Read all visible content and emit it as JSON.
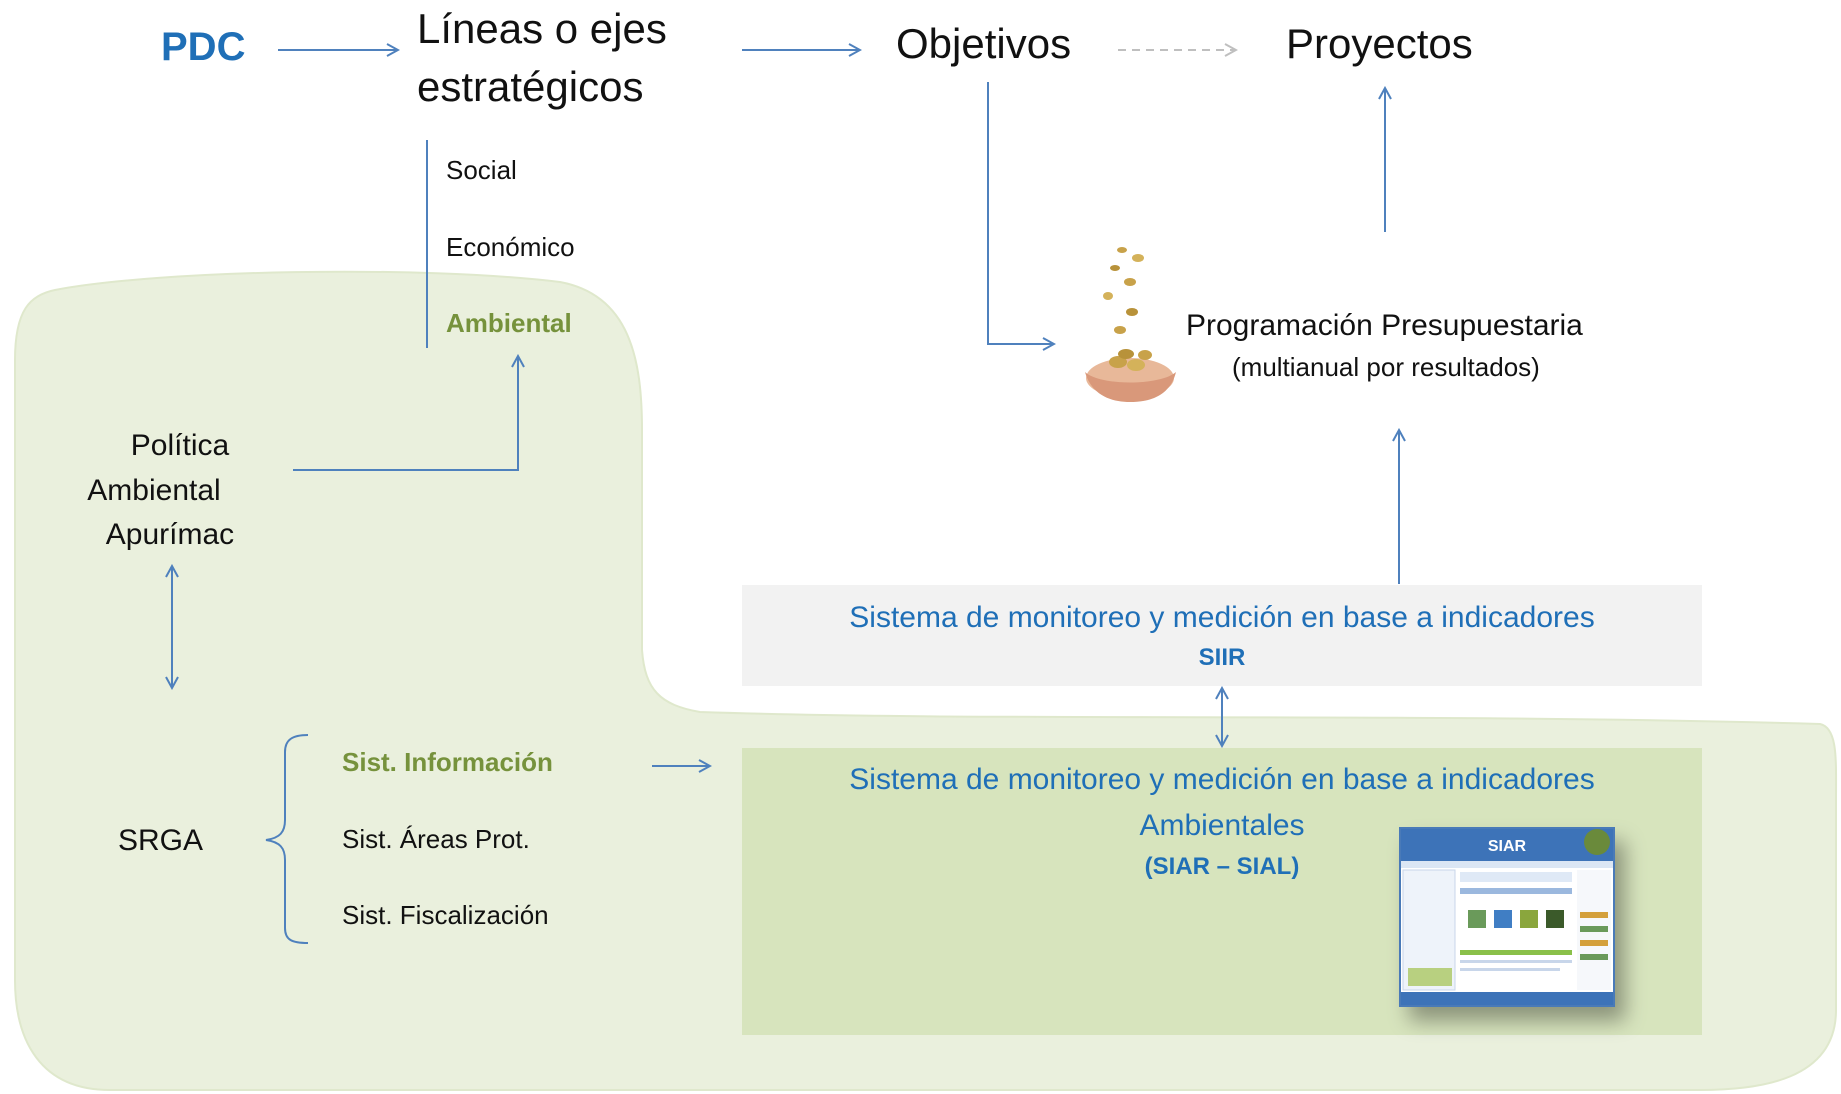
{
  "colors": {
    "accent_blue": "#1f6fb7",
    "accent_green": "#76923c",
    "arrow": "#4f81bd",
    "region_fill": "#eaf0dd",
    "box_green": "#d7e4bd",
    "box_gray": "#f2f2f2"
  },
  "top_row": {
    "pdc": "PDC",
    "lineas_line1": "Líneas o ejes",
    "lineas_line2": "estratégicos",
    "objetivos": "Objetivos",
    "proyectos": "Proyectos"
  },
  "ejes": {
    "social": "Social",
    "economico": "Económico",
    "ambiental": "Ambiental"
  },
  "programacion": {
    "title": "Programación Presupuestaria",
    "subtitle": "(multianual por resultados)",
    "icon": "coins-in-hands-icon"
  },
  "politica": {
    "line1": "Política",
    "line2": "Ambiental",
    "line3": "Apurímac"
  },
  "srga": {
    "label": "SRGA",
    "items": [
      "Sist. Información",
      "Sist. Áreas Prot.",
      "Sist. Fiscalización"
    ]
  },
  "siir_box": {
    "title": "Sistema de monitoreo y medición en base a indicadores",
    "code": "SIIR"
  },
  "siar_box": {
    "title_line1": "Sistema de monitoreo y medición en base a indicadores",
    "title_line2": "Ambientales",
    "code": "(SIAR – SIAL)",
    "thumbnail": "siar-website-screenshot",
    "thumb_header": "SIAR"
  }
}
